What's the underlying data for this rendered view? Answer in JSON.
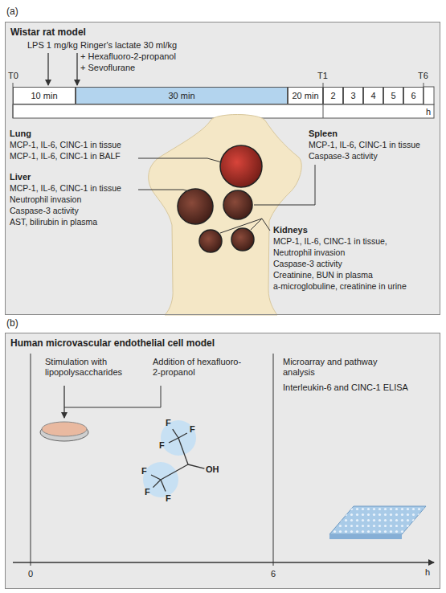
{
  "diagram": {
    "nodes": [
      {
        "text": [
          "Wistar rat model"
        ]
      },
      {
        "text": [
          "10 min"
        ],
        "in": 0
      },
      {
        "text": [
          "30 min"
        ],
        "in": 0
      },
      {
        "text": [
          "20 min"
        ],
        "in": 0
      },
      {
        "text": [
          "2"
        ],
        "in": 0
      },
      {
        "text": [
          "3"
        ],
        "in": 0
      },
      {
        "text": [
          "4"
        ],
        "in": 0
      },
      {
        "text": [
          "5"
        ],
        "in": 0
      },
      {
        "text": [
          "6"
        ],
        "in": 0
      },
      {
        "text": [
          "Human microvascular endothelial cell model"
        ]
      }
    ],
    "labels": [
      "(a)",
      "LPS 1 mg/kg",
      "Ringer's lactate 30 ml/kg",
      "+ Hexafluoro-2-propanol",
      "+ Sevoflurane",
      "T0",
      "T1",
      "T6",
      "h",
      "Lung",
      "MCP-1, IL-6, CINC-1 in tissue",
      "MCP-1, IL-6, CINC-1 in BALF",
      "Spleen",
      "MCP-1, IL-6, CINC-1 in tissue",
      "Caspase-3 activity",
      "Liver",
      "MCP-1, IL-6, CINC-1 in tissue",
      "Neutrophil invasion",
      "Caspase-3 activity",
      "AST, bilirubin in plasma",
      "Kidneys",
      "MCP-1, IL-6, CINC-1 in tissue,",
      "Neutrophil invasion",
      "Caspase-3 activity",
      "Creatinine, BUN in plasma",
      "a-microglobuline, creatinine in urine",
      "(b)",
      "Stimulation with lipopolysaccharides",
      "Addition of hexafluoro-2-propanol",
      "Microarray and pathway analysis",
      "Interleukin-6 and CINC-1 ELISA",
      "F",
      "F",
      "F",
      "F",
      "F",
      "F",
      "OH",
      "0",
      "6",
      "h"
    ]
  }
}
